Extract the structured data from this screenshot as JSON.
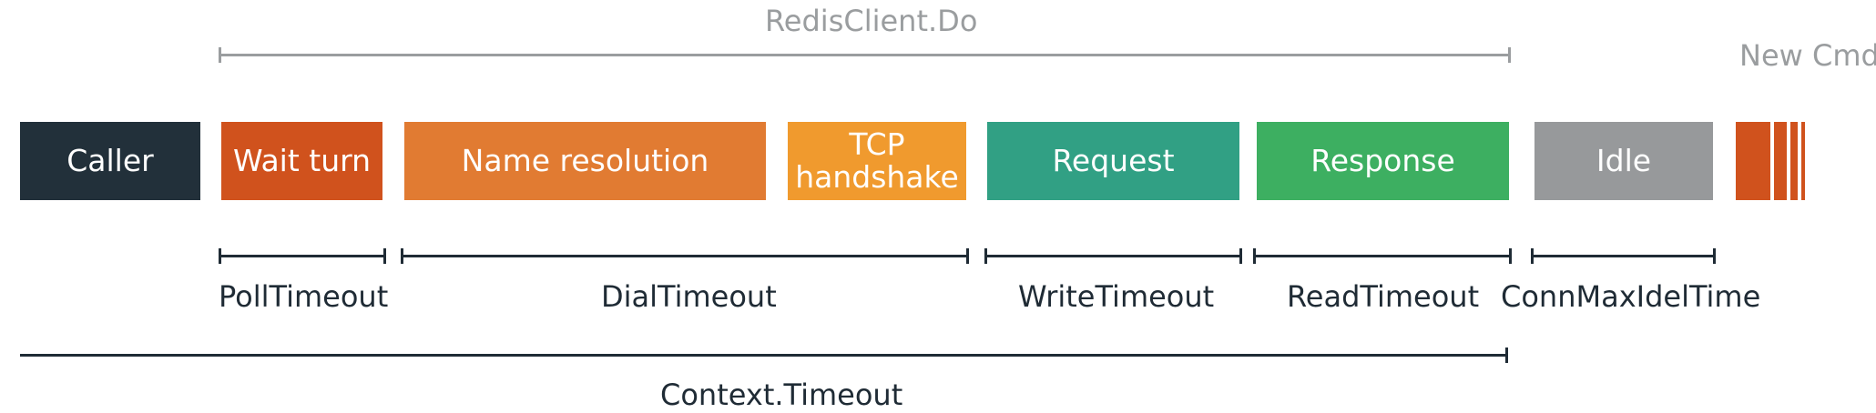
{
  "diagram": {
    "top_span_label": "RedisClient.Do",
    "new_cmd_label": "New Cmd",
    "blocks": {
      "caller": {
        "label": "Caller",
        "color": "#22303a"
      },
      "wait_turn": {
        "label": "Wait turn",
        "color": "#d0521d"
      },
      "name_resolution": {
        "label": "Name resolution",
        "color": "#e17b32"
      },
      "tcp_handshake": {
        "line1": "TCP",
        "line2": "handshake",
        "color": "#f09a2e"
      },
      "request": {
        "label": "Request",
        "color": "#31a084"
      },
      "response": {
        "label": "Response",
        "color": "#3daf61"
      },
      "idle": {
        "label": "Idle",
        "color": "#97999b"
      }
    },
    "timeouts": {
      "poll": "PollTimeout",
      "dial": "DialTimeout",
      "write": "WriteTimeout",
      "read": "ReadTimeout",
      "conn_max_idle": "ConnMaxIdelTime",
      "context": "Context.Timeout"
    },
    "colors": {
      "gray_rule": "#9a9d9f",
      "dark_rule": "#1f2b35",
      "next_cmd": "#d0521d"
    }
  }
}
